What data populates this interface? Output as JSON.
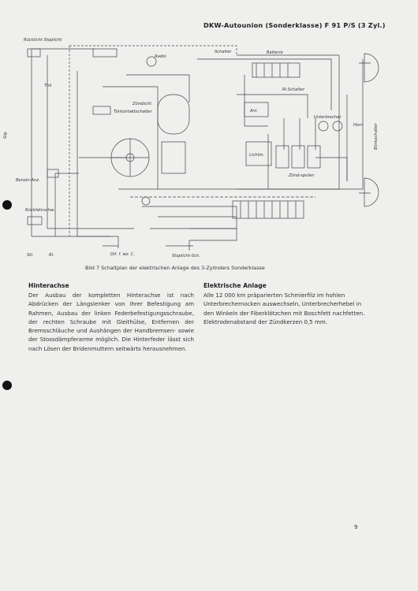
{
  "header": {
    "title": "DKW-Autounion (Sonderklasse) F 91 P/S (3 Zyl.)"
  },
  "diagram": {
    "labels": {
      "rueckleuchte": "Rücklicht Stoplicht",
      "schalter": "Schalter",
      "radio": "Radio",
      "batterie": "Batterie",
      "thk": "Thk",
      "tuerkontakt": "Türkontaktschalter",
      "zuendschl": "Zündschl.",
      "anl": "Anl.",
      "lichtm": "Lichtm.",
      "rl_schalter": "Rl.Schalter",
      "zuendspulen": "Zünd-spulen",
      "unterbrecher": "Unterbrecher",
      "blinkschalter": "Blinkschalter",
      "benzin": "Benzin-Anz.",
      "rueckfahr": "Rückfahrschw.",
      "stl": "Stl.",
      "rl": "Rl.",
      "dif": "Dif. f. wz. C.",
      "stoplicht": "Stoplicht-Sch.",
      "horn": "Horn",
      "sig": "Sig."
    }
  },
  "caption": "Bild 7  Schaltplan der elektrischen Anlage des 3-Zylinders Sonderklasse",
  "left": {
    "heading": "Hinterachse",
    "body": "Der Ausbau der kompletten Hinterachse ist nach Abdrücken der Längslenker von ihrer Befestigung am Rahmen, Ausbau der linken Federbefestigungsschraube, der rechten Schraube mit Gleithülse, Entfernen der Bremsschläuche und Aushängen der Handbremsen- sowie der Stossdämpferarme möglich. Die Hinterfeder lässt sich nach Lösen der Bridenmuttern seitwärts herausnehmen."
  },
  "right": {
    "heading": "Elektrische Anlage",
    "body": "Alle 12 000 km präparierten Schmierfilz im hohlen Unterbrechernocken auswechseln, Unterbrecherhebel in den Winkeln der Fiberklötzchen mit Boschfett nachfetten. Elektrodenabstand der Zündkerzen 0,5 mm."
  },
  "page_number": "9"
}
